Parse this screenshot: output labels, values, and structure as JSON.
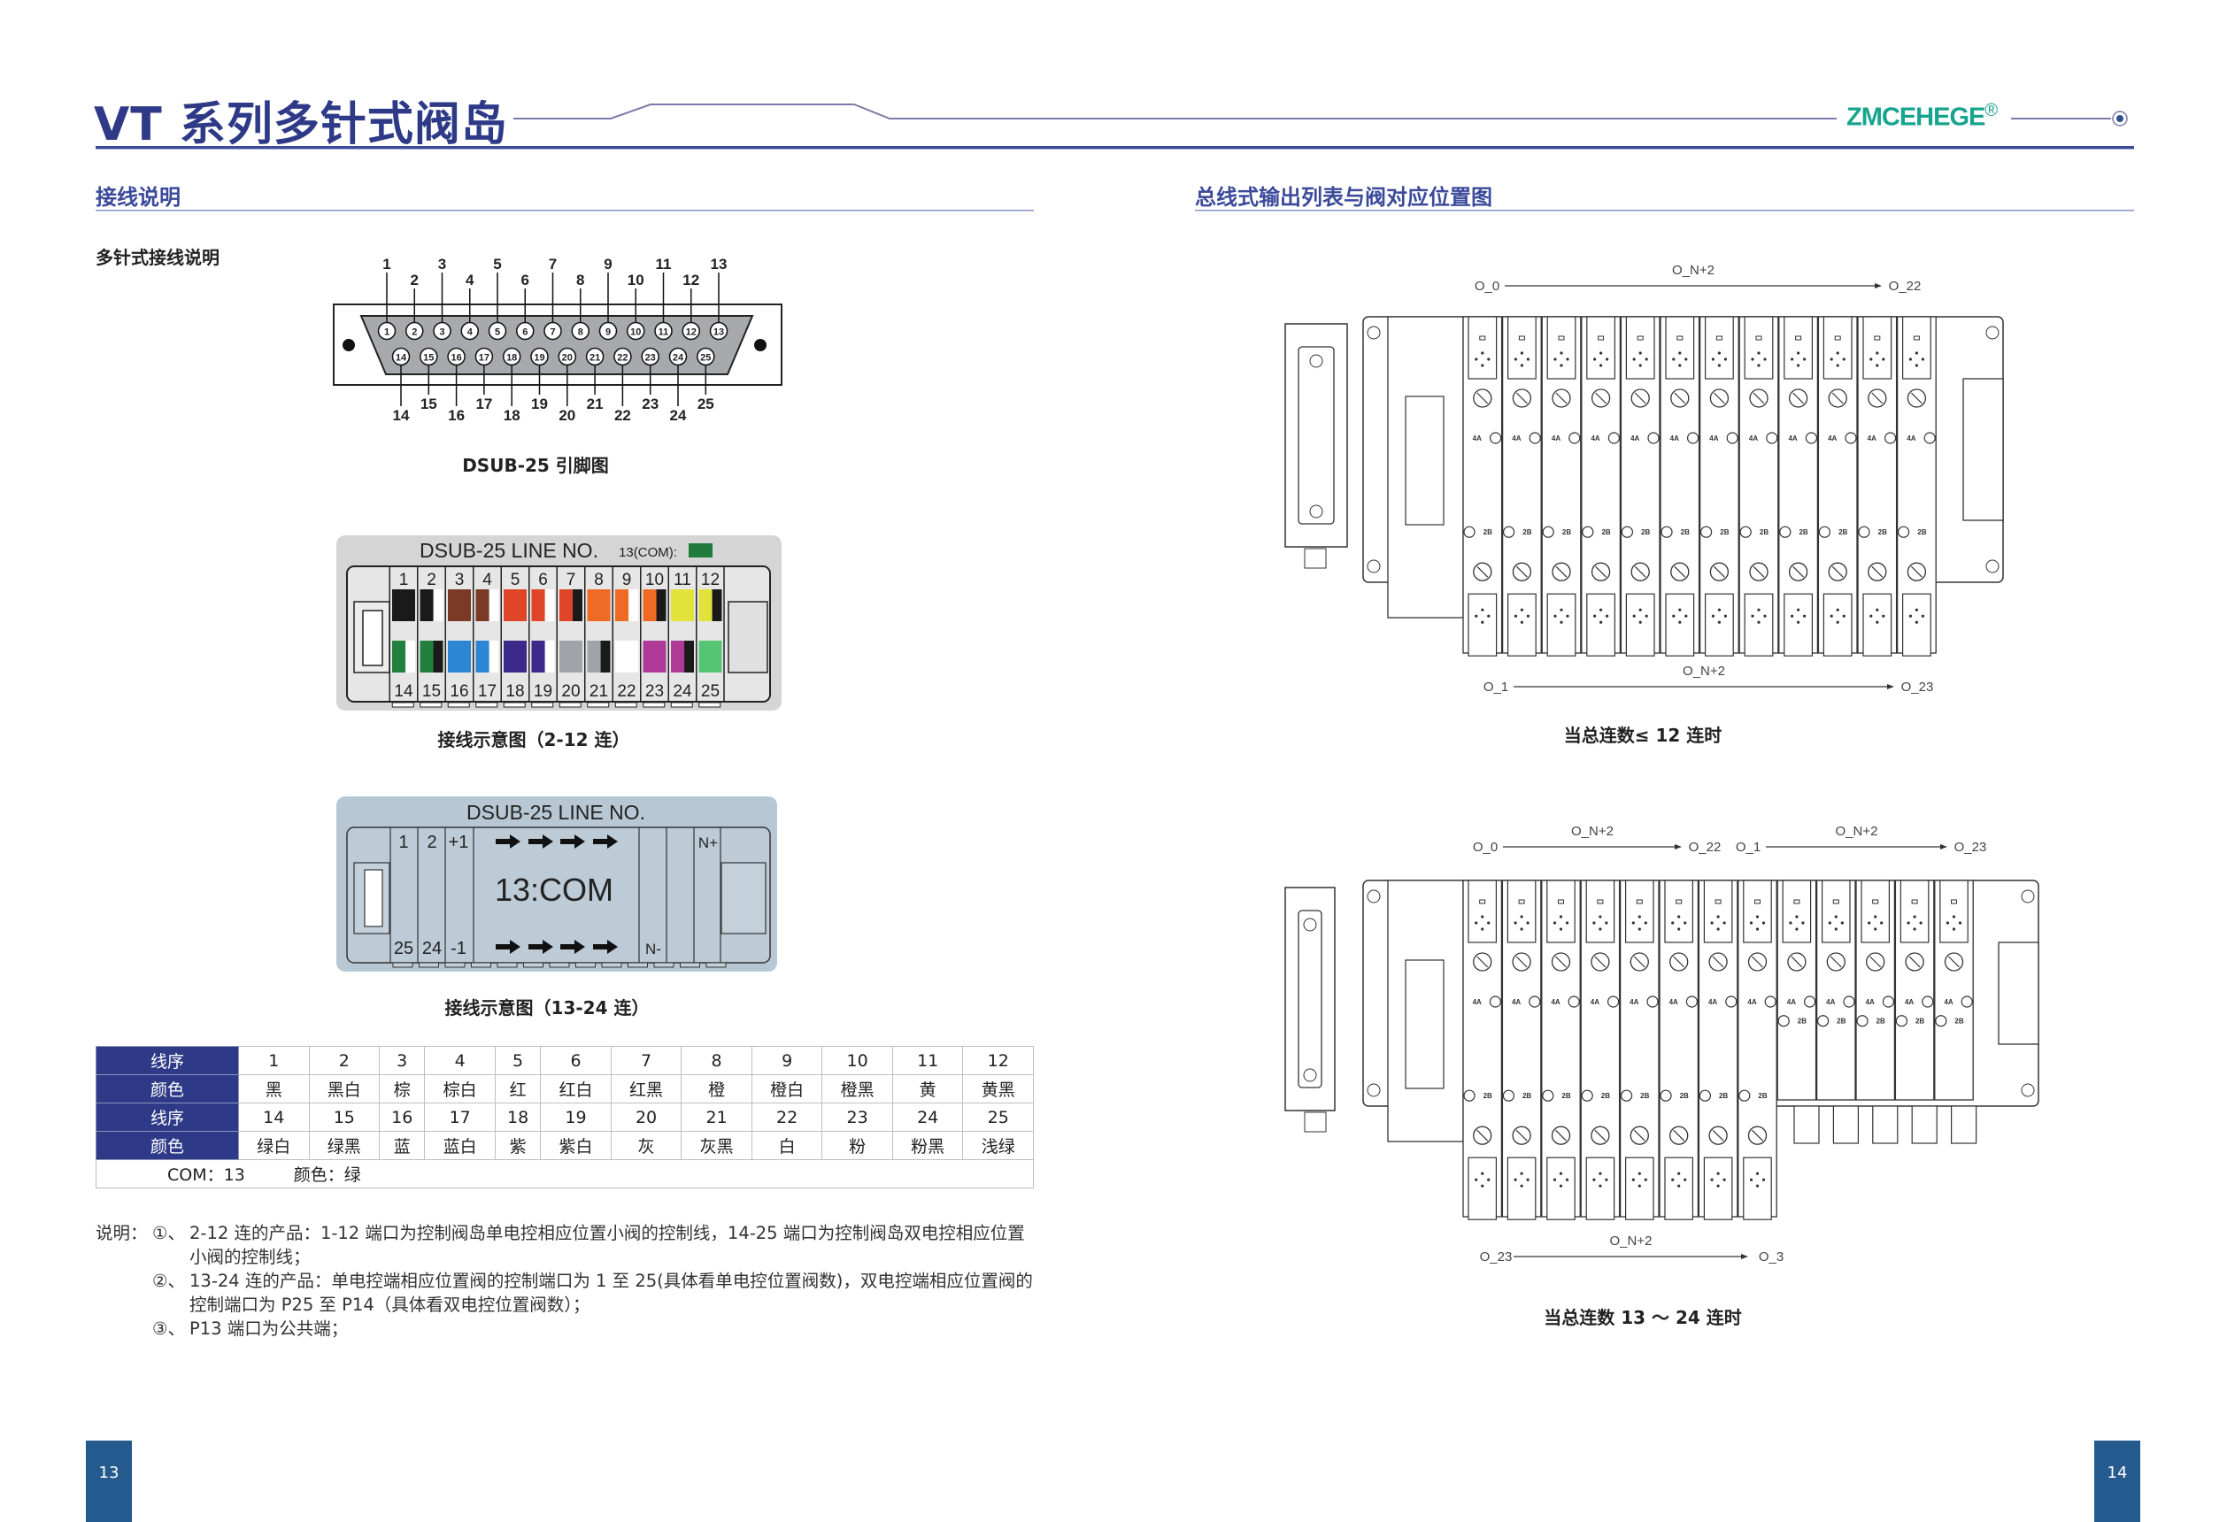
{
  "header": {
    "title": "VT 系列多针式阀岛",
    "logo": "ZMCEHEGE",
    "logo_mark": "®"
  },
  "left": {
    "section_title": "接线说明",
    "subtitle": "多针式接线说明",
    "dsub": {
      "top_pins": [
        "1",
        "2",
        "3",
        "4",
        "5",
        "6",
        "7",
        "8",
        "9",
        "10",
        "11",
        "12",
        "13"
      ],
      "bottom_pins": [
        "14",
        "15",
        "16",
        "17",
        "18",
        "19",
        "20",
        "21",
        "22",
        "23",
        "24",
        "25"
      ],
      "caption": "DSUB-25 引脚图"
    },
    "wiring_2_12": {
      "title": "DSUB-25 LINE NO.",
      "com_label": "13(COM):",
      "com_color": "#1f7a3c",
      "top": [
        {
          "n": "1",
          "colors": [
            "#1a1a1a"
          ]
        },
        {
          "n": "2",
          "colors": [
            "#1a1a1a",
            "#ffffff"
          ]
        },
        {
          "n": "3",
          "colors": [
            "#7a3a26"
          ]
        },
        {
          "n": "4",
          "colors": [
            "#7a3a26",
            "#ffffff"
          ]
        },
        {
          "n": "5",
          "colors": [
            "#e0452a"
          ]
        },
        {
          "n": "6",
          "colors": [
            "#e0452a",
            "#ffffff"
          ]
        },
        {
          "n": "7",
          "colors": [
            "#e0452a",
            "#1a1a1a"
          ]
        },
        {
          "n": "8",
          "colors": [
            "#ee6a25"
          ]
        },
        {
          "n": "9",
          "colors": [
            "#ee6a25",
            "#ffffff"
          ]
        },
        {
          "n": "10",
          "colors": [
            "#ee6a25",
            "#1a1a1a"
          ]
        },
        {
          "n": "11",
          "colors": [
            "#e3e23a"
          ]
        },
        {
          "n": "12",
          "colors": [
            "#e3e23a",
            "#1a1a1a"
          ]
        }
      ],
      "bottom": [
        {
          "n": "14",
          "colors": [
            "#22803e",
            "#ffffff"
          ]
        },
        {
          "n": "15",
          "colors": [
            "#22803e",
            "#1a1a1a"
          ]
        },
        {
          "n": "16",
          "colors": [
            "#2d86d4"
          ]
        },
        {
          "n": "17",
          "colors": [
            "#2d86d4",
            "#ffffff"
          ]
        },
        {
          "n": "18",
          "colors": [
            "#3c2a8a"
          ]
        },
        {
          "n": "19",
          "colors": [
            "#3c2a8a",
            "#ffffff"
          ]
        },
        {
          "n": "20",
          "colors": [
            "#a0a3a8"
          ]
        },
        {
          "n": "21",
          "colors": [
            "#a0a3a8",
            "#1a1a1a"
          ]
        },
        {
          "n": "22",
          "colors": [
            "#ffffff"
          ]
        },
        {
          "n": "23",
          "colors": [
            "#b03a9a"
          ]
        },
        {
          "n": "24",
          "colors": [
            "#b03a9a",
            "#1a1a1a"
          ]
        },
        {
          "n": "25",
          "colors": [
            "#55c473"
          ]
        }
      ],
      "caption": "接线示意图（2-12 连）"
    },
    "wiring_13_24": {
      "title": "DSUB-25 LINE NO.",
      "top_labels": [
        "1",
        "2",
        "+1"
      ],
      "bottom_labels": [
        "25",
        "24",
        "-1"
      ],
      "center": "13:COM",
      "n_plus": "N+",
      "n_minus": "N-",
      "caption": "接线示意图（13-24 连）"
    },
    "table": {
      "rows": [
        {
          "header": "线序",
          "cells": [
            "1",
            "2",
            "3",
            "4",
            "5",
            "6",
            "7",
            "8",
            "9",
            "10",
            "11",
            "12"
          ]
        },
        {
          "header": "颜色",
          "cells": [
            "黑",
            "黑白",
            "棕",
            "棕白",
            "红",
            "红白",
            "红黑",
            "橙",
            "橙白",
            "橙黑",
            "黄",
            "黄黑"
          ]
        },
        {
          "header": "线序",
          "cells": [
            "14",
            "15",
            "16",
            "17",
            "18",
            "19",
            "20",
            "21",
            "22",
            "23",
            "24",
            "25"
          ]
        },
        {
          "header": "颜色",
          "cells": [
            "绿白",
            "绿黑",
            "蓝",
            "蓝白",
            "紫",
            "紫白",
            "灰",
            "灰黑",
            "白",
            "粉",
            "粉黑",
            "浅绿"
          ]
        }
      ],
      "com": "COM：13",
      "com_color": "颜色：绿"
    },
    "notes": {
      "prefix": "说明：",
      "items": [
        {
          "marker": "①、",
          "text": "2-12 连的产品：1-12 端口为控制阀岛单电控相应位置小阀的控制线，14-25 端口为控制阀岛双电控相应位置小阀的控制线；"
        },
        {
          "marker": "②、",
          "text": "13-24 连的产品：单电控端相应位置阀的控制端口为 1 至 25(具体看单电控位置阀数)，双电控端相应位置阀的控制端口为 P25 至 P14（具体看双电控位置阀数）；"
        },
        {
          "marker": "③、",
          "text": "P13 端口为公共端；"
        }
      ]
    }
  },
  "right": {
    "section_title": "总线式输出列表与阀对应位置图",
    "port_labels": {
      "a": "4A",
      "b": "2B"
    },
    "diagram1": {
      "top": {
        "start": "O_0",
        "step": "O_N+2",
        "end": "O_22"
      },
      "bottom": {
        "start": "O_1",
        "step": "O_N+2",
        "end": "O_23"
      },
      "valves": 12,
      "caption": "当总连数≤ 12 连时"
    },
    "diagram2": {
      "top_a": {
        "start": "O_0",
        "step": "O_N+2",
        "end": "O_22"
      },
      "top_b": {
        "start": "O_1",
        "step": "O_N+2",
        "end": "O_23"
      },
      "bottom": {
        "start": "O_23",
        "step": "O_N+2",
        "end": "O_3"
      },
      "valves": 13,
      "double_valves": 8,
      "caption": "当总连数 13 ～ 24 连时"
    }
  },
  "pages": {
    "left": "13",
    "right": "14"
  }
}
